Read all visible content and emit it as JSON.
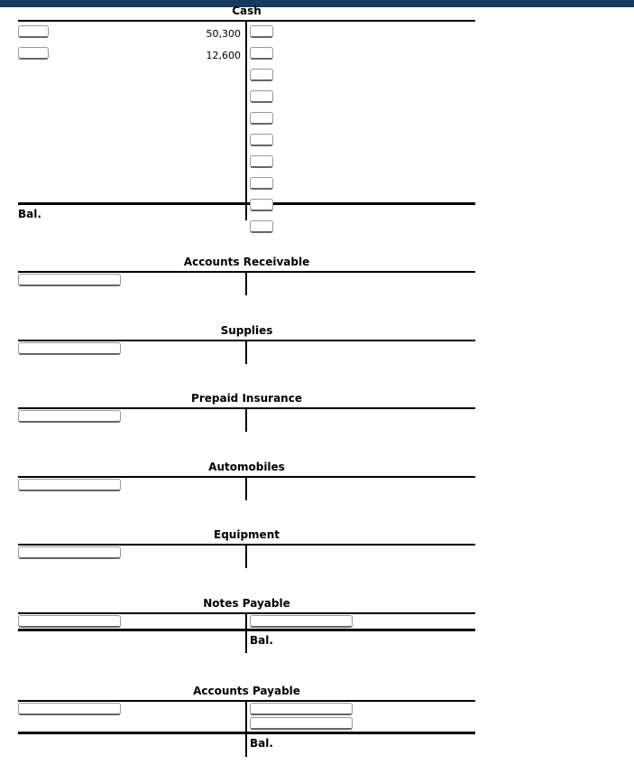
{
  "topbar": {
    "color": "#163a5f"
  },
  "accounts": [
    {
      "name": "Cash",
      "balance_label": "Bal.",
      "balance_side": "left",
      "left_rows": [
        {
          "box": "small-left",
          "amount": "50,300"
        },
        {
          "box": "small-left",
          "amount": "12,600"
        }
      ],
      "right_rows": [
        {
          "box": "small-right"
        },
        {
          "box": "small-right"
        },
        {
          "box": "small-right"
        },
        {
          "box": "small-right"
        },
        {
          "box": "small-right"
        },
        {
          "box": "small-right"
        },
        {
          "box": "small-right"
        },
        {
          "box": "small-right"
        },
        {
          "box": "small-right"
        },
        {
          "box": "small-right"
        }
      ]
    },
    {
      "name": "Accounts Receivable",
      "left_rows": [
        {
          "box": "wide"
        }
      ],
      "right_rows": []
    },
    {
      "name": "Supplies",
      "left_rows": [
        {
          "box": "wide"
        }
      ],
      "right_rows": []
    },
    {
      "name": "Prepaid Insurance",
      "left_rows": [
        {
          "box": "wide"
        }
      ],
      "right_rows": []
    },
    {
      "name": "Automobiles",
      "left_rows": [
        {
          "box": "wide"
        }
      ],
      "right_rows": []
    },
    {
      "name": "Equipment",
      "left_rows": [
        {
          "box": "wide"
        }
      ],
      "right_rows": []
    },
    {
      "name": "Notes Payable",
      "balance_label": "Bal.",
      "balance_side": "right",
      "left_rows": [
        {
          "box": "wide"
        }
      ],
      "right_rows": [
        {
          "box": "wide"
        }
      ]
    },
    {
      "name": "Accounts Payable",
      "balance_label": "Bal.",
      "balance_side": "right",
      "left_rows": [
        {
          "box": "wide"
        }
      ],
      "right_rows": [
        {
          "box": "wide"
        },
        {
          "box": "wide"
        }
      ]
    }
  ]
}
